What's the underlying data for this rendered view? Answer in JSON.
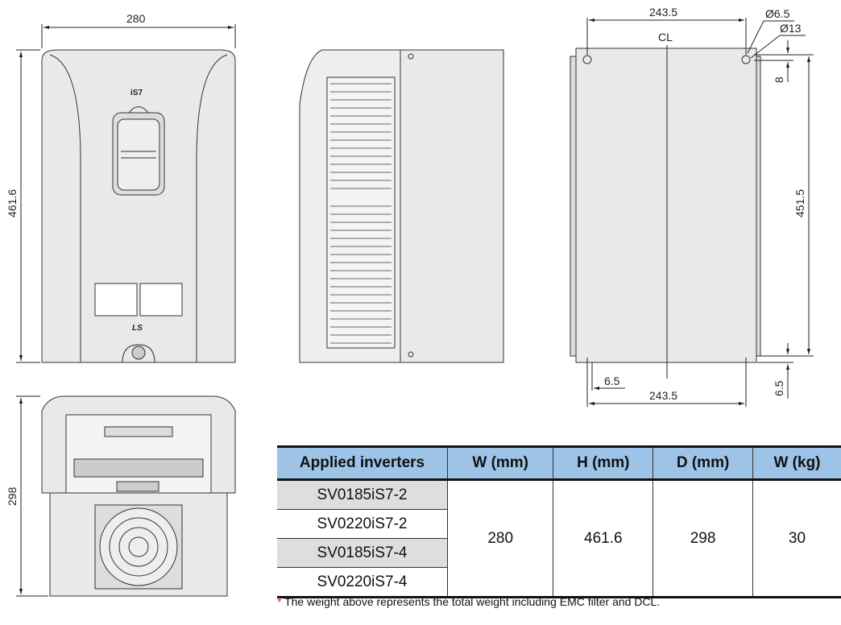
{
  "drawing": {
    "front": {
      "width_dim": "280",
      "height_dim": "461.6",
      "brand": "iS7",
      "logo": "LS"
    },
    "bottom": {
      "depth_dim": "298"
    },
    "back": {
      "top_dim": "243.5",
      "centerline": "CL",
      "hole_small": "Ø6.5",
      "hole_large": "Ø13",
      "top_offset": "8",
      "height_dim": "451.5",
      "left_offset": "6.5",
      "bottom_dim": "243.5",
      "bottom_offset": "6.5"
    }
  },
  "table": {
    "headers": [
      "Applied inverters",
      "W (mm)",
      "H (mm)",
      "D (mm)",
      "W (kg)"
    ],
    "models": [
      "SV0185iS7-2",
      "SV0220iS7-2",
      "SV0185iS7-4",
      "SV0220iS7-4"
    ],
    "width": "280",
    "height": "461.6",
    "depth": "298",
    "weight": "30"
  },
  "note": {
    "marker": "*",
    "text": " The weight above represents the total weight including EMC filter and DCL."
  }
}
